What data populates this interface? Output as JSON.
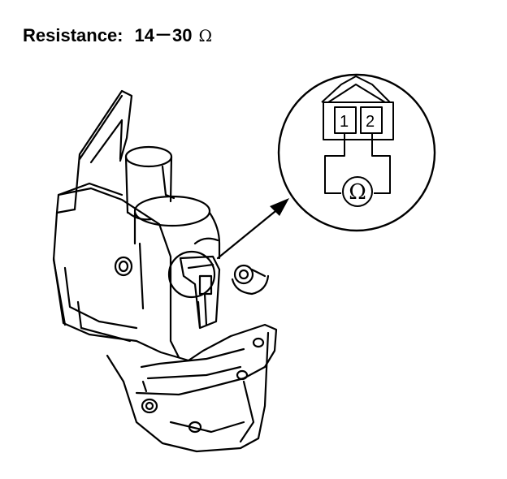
{
  "heading": {
    "label": "Resistance:",
    "value": "14－30",
    "unit": "Ω"
  },
  "detail": {
    "terminal_1": "1",
    "terminal_2": "2",
    "meter_symbol": "Ω"
  },
  "colors": {
    "ink": "#000000",
    "paper": "#ffffff"
  }
}
